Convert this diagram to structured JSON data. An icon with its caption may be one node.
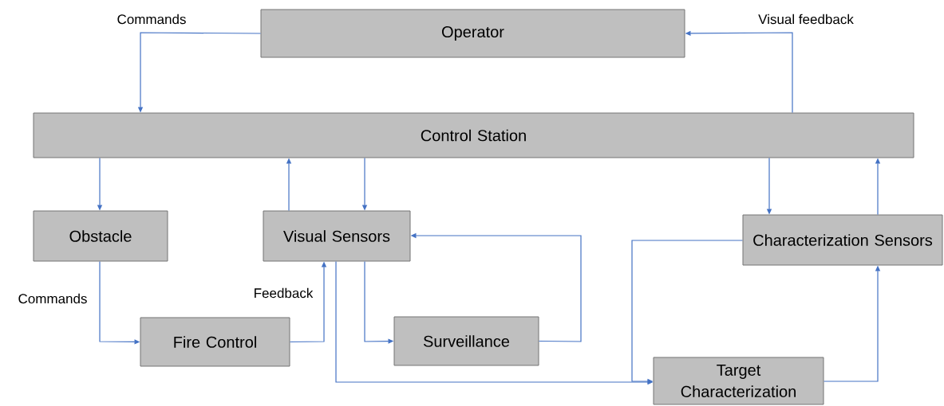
{
  "diagram": {
    "nodes": [
      {
        "text": [
          "Operator"
        ]
      },
      {
        "text": [
          "Control Station"
        ]
      },
      {
        "text": [
          "Obstacle"
        ]
      },
      {
        "text": [
          "Visual Sensors"
        ]
      },
      {
        "text": [
          "Characterization Sensors"
        ]
      },
      {
        "text": [
          "Fire Control"
        ]
      },
      {
        "text": [
          "Surveillance"
        ]
      },
      {
        "text": [
          "Target Characterization"
        ]
      }
    ],
    "edges": [
      {
        "from": 0,
        "to": 1,
        "arrow": "to",
        "label": "Commands"
      },
      {
        "from": 1,
        "to": 0,
        "arrow": "to",
        "label": "Visual feedback"
      },
      {
        "from": 1,
        "to": 2,
        "arrow": "to"
      },
      {
        "from": 3,
        "to": 1,
        "arrow": "to"
      },
      {
        "from": 1,
        "to": 3,
        "arrow": "to"
      },
      {
        "from": 1,
        "to": 4,
        "arrow": "to"
      },
      {
        "from": 4,
        "to": 1,
        "arrow": "to"
      },
      {
        "from": 2,
        "to": 5,
        "arrow": "to",
        "label": "Commands"
      },
      {
        "from": 5,
        "to": 3,
        "arrow": "to",
        "label": "Feedback"
      },
      {
        "from": 3,
        "to": 6,
        "arrow": "to"
      },
      {
        "from": 6,
        "to": 3,
        "arrow": "to"
      },
      {
        "from": 3,
        "to": 7,
        "arrow": "to"
      },
      {
        "from": 4,
        "to": 7,
        "arrow": "to"
      },
      {
        "from": 7,
        "to": 4,
        "arrow": "to"
      }
    ]
  }
}
